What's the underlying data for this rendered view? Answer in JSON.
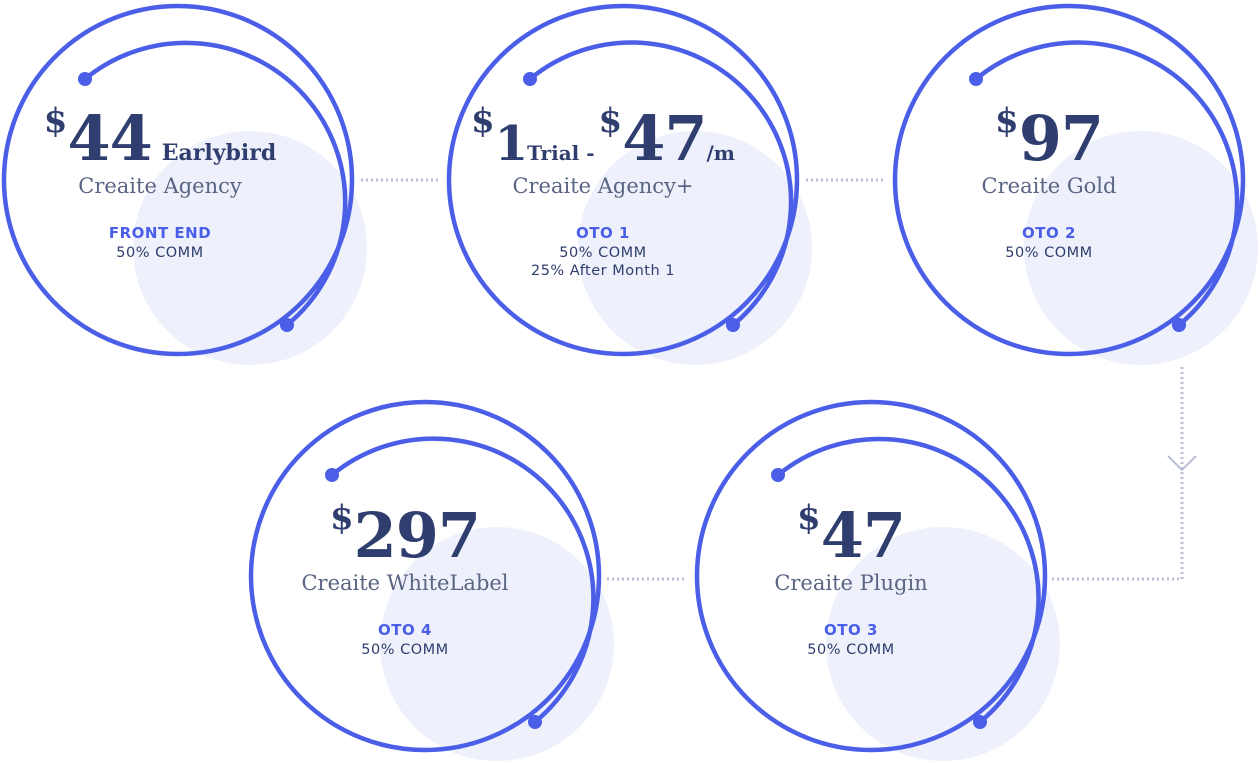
{
  "colors": {
    "ring": "#4a5ee8",
    "fill": "#eef1fb",
    "connector": "#b9bfd6",
    "text": "#2f3e6e"
  },
  "nodes": [
    {
      "id": "fe",
      "currency": "$",
      "price": "44",
      "suffix": "Earlybird",
      "name": "Creaite Agency",
      "tag": "FRONT END",
      "comm": [
        "50% COMM"
      ]
    },
    {
      "id": "oto1",
      "currency": "$",
      "price": "1",
      "mid": "Trial -",
      "currency2": "$",
      "price2": "47",
      "suffix": "/m",
      "name": "Creaite Agency+",
      "tag": "OTO 1",
      "comm": [
        "50% COMM",
        "25% After Month 1"
      ]
    },
    {
      "id": "oto2",
      "currency": "$",
      "price": "97",
      "suffix": "",
      "name": "Creaite Gold",
      "tag": "OTO 2",
      "comm": [
        "50% COMM"
      ]
    },
    {
      "id": "oto3",
      "currency": "$",
      "price": "47",
      "suffix": "",
      "name": "Creaite Plugin",
      "tag": "OTO 3",
      "comm": [
        "50% COMM"
      ]
    },
    {
      "id": "oto4",
      "currency": "$",
      "price": "297",
      "suffix": "",
      "name": "Creaite WhiteLabel",
      "tag": "OTO 4",
      "comm": [
        "50% COMM"
      ]
    }
  ]
}
